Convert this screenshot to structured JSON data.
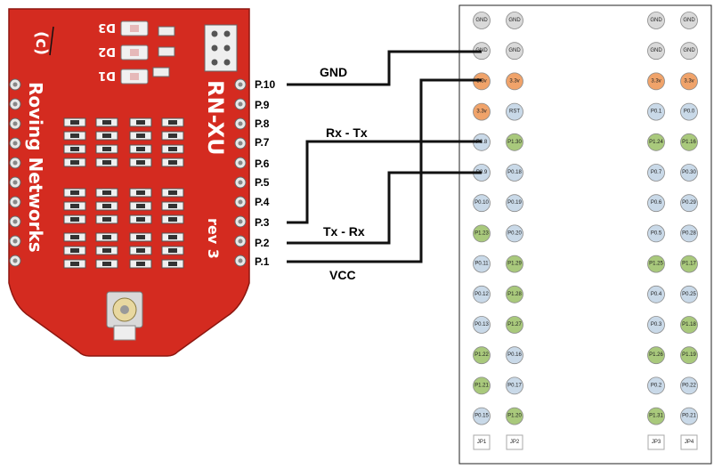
{
  "module": {
    "name": "RN-XU",
    "brand": "Roving Networks",
    "revision": "rev 3",
    "leds": [
      "D3",
      "D2",
      "D1"
    ],
    "pins": [
      "P.10",
      "P.9",
      "P.8",
      "P.7",
      "P.6",
      "P.5",
      "P.4",
      "P.3",
      "P.2",
      "P.1"
    ]
  },
  "wires": [
    {
      "label": "GND",
      "from": "P.10",
      "to": "GND"
    },
    {
      "label": "Rx - Tx",
      "from": "P.3",
      "to": "P0.8"
    },
    {
      "label": "Tx - Rx",
      "from": "P.2",
      "to": "P0.9"
    },
    {
      "label": "VCC",
      "from": "P.1",
      "to": "3.3v"
    }
  ],
  "colors": {
    "board": "#d42b20",
    "gnd": "#d9d9d9",
    "power": "#f0a36a",
    "p0": "#c9d9e8",
    "p1": "#a9c97c",
    "wire": "#111111"
  },
  "header": {
    "columns": [
      {
        "label": "JP1",
        "pins": [
          "GND",
          "GND",
          "3.3v",
          "3.3v",
          "P0.8",
          "P0.9",
          "P0.10",
          "P1.23",
          "P0.11",
          "P0.12",
          "P0.13",
          "P1.22",
          "P1.21",
          "P0.15"
        ]
      },
      {
        "label": "JP2",
        "pins": [
          "GND",
          "GND",
          "3.3v",
          "RST",
          "P1.30",
          "P0.18",
          "P0.19",
          "P0.20",
          "P1.29",
          "P1.28",
          "P1.27",
          "P0.16",
          "P0.17",
          "P1.20"
        ]
      },
      {
        "label": "JP3",
        "pins": [
          "GND",
          "GND",
          "3.3v",
          "P0.1",
          "P1.24",
          "P0.7",
          "P0.6",
          "P0.5",
          "P1.25",
          "P0.4",
          "P0.3",
          "P1.26",
          "P0.2",
          "P1.31"
        ]
      },
      {
        "label": "JP4",
        "pins": [
          "GND",
          "GND",
          "3.3v",
          "P0.0",
          "P1.16",
          "P0.30",
          "P0.29",
          "P0.28",
          "P1.17",
          "P0.25",
          "P1.18",
          "P1.19",
          "P0.22",
          "P0.21"
        ]
      }
    ]
  }
}
